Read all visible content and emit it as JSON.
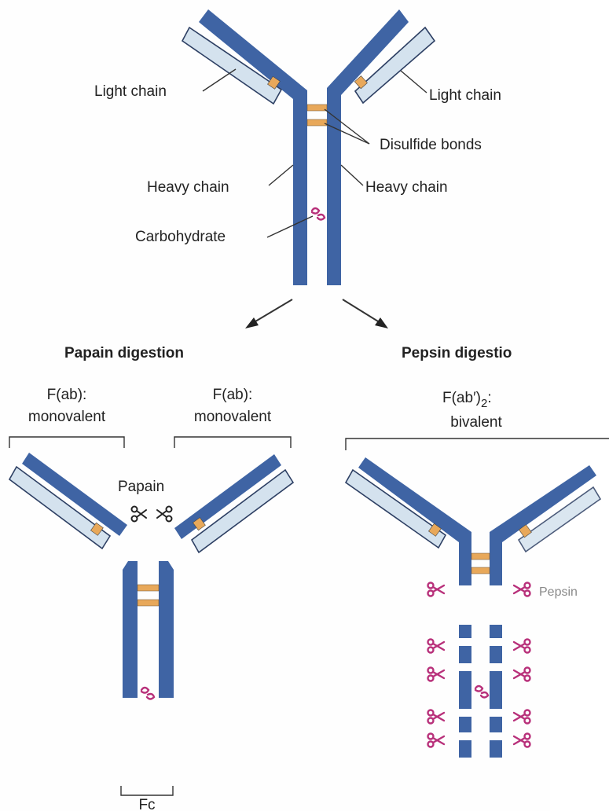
{
  "labels": {
    "light_chain_left": "Light chain",
    "light_chain_right": "Light chain",
    "disulfide_bonds": "Disulfide bonds",
    "heavy_chain_left": "Heavy chain",
    "heavy_chain_right": "Heavy chain",
    "carbohydrate": "Carbohydrate"
  },
  "papain": {
    "heading": "Papain digestion",
    "fab_left_line1": "F(ab):",
    "fab_left_line2": "monovalent",
    "fab_right_line1": "F(ab):",
    "fab_right_line2": "monovalent",
    "enzyme_label": "Papain",
    "fc_label": "Fc"
  },
  "pepsin": {
    "heading": "Pepsin digestio",
    "fab2_main": "F(ab′)",
    "fab2_sub": "2",
    "fab2_colon": ":",
    "fab2_line2": "bivalent",
    "enzyme_label": "Pepsin"
  },
  "colors": {
    "heavy_chain": "#3f64a4",
    "light_chain": "#d4e2ee",
    "disulfide": "#e8a85a",
    "enzyme": "#b8307a"
  }
}
